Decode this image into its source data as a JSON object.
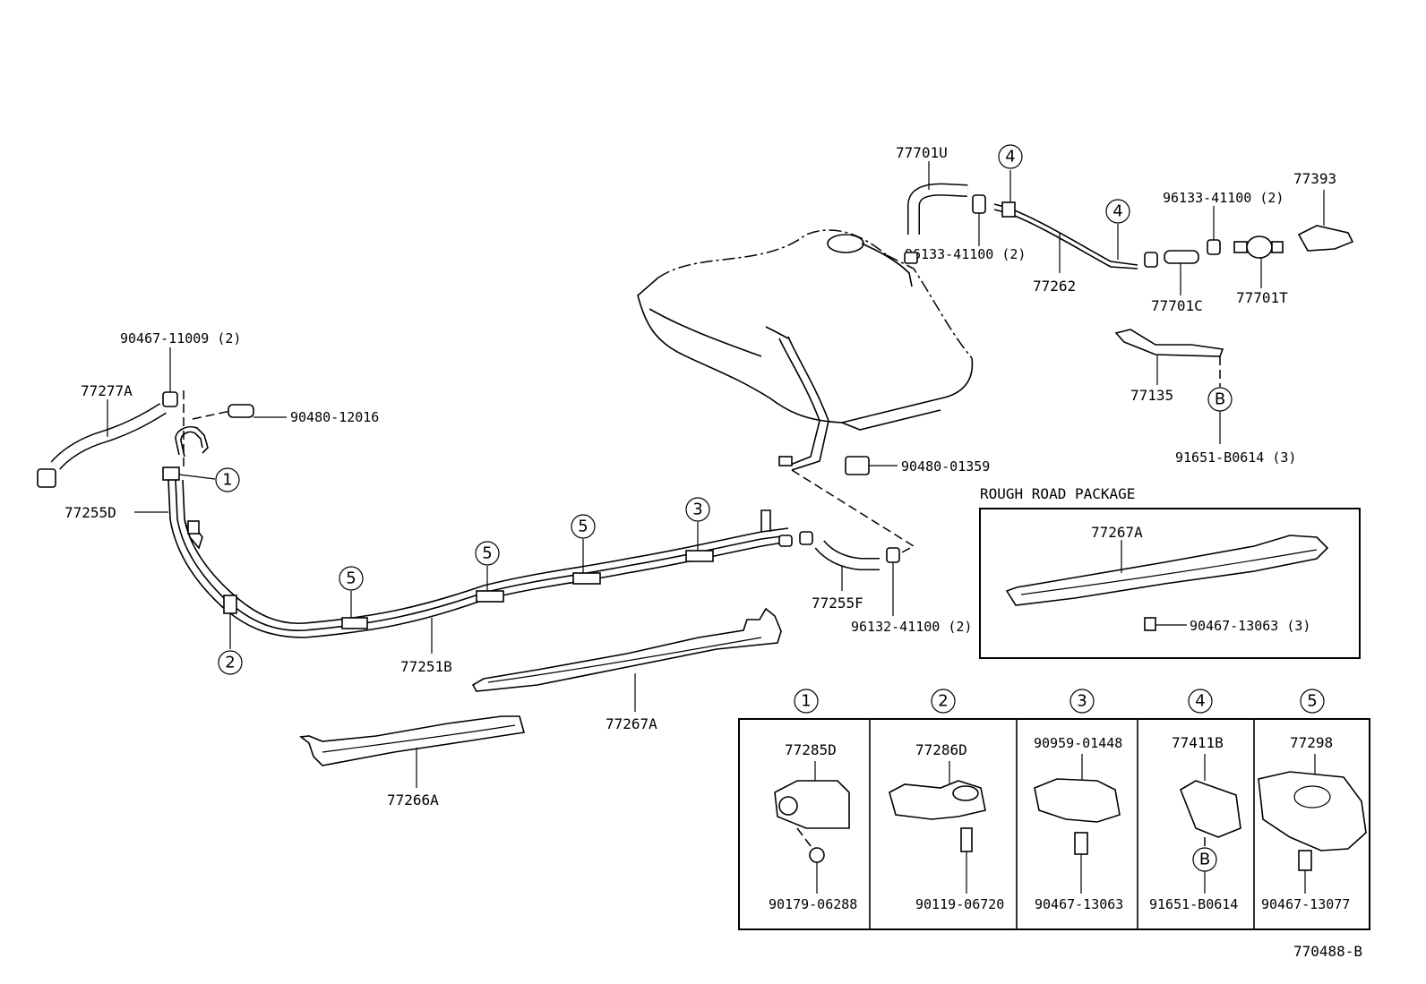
{
  "diagram_code": "770488-B",
  "rough_road": {
    "title": "ROUGH ROAD PACKAGE",
    "part_a": "77267A",
    "part_b": "90467-13063 (3)"
  },
  "parts": {
    "p77701U": "77701U",
    "p96133_a": "96133-41100 (2)",
    "p77262": "77262",
    "p96133_b": "96133-41100 (2)",
    "p77393": "77393",
    "p77701C": "77701C",
    "p77701T": "77701T",
    "p77135": "77135",
    "p91651": "91651-B0614 (3)",
    "p90467_11009": "90467-11009 (2)",
    "p77277A": "77277A",
    "p90480_12016": "90480-12016",
    "p77255D": "77255D",
    "p90480_01359": "90480-01359",
    "p77255F": "77255F",
    "p96132": "96132-41100 (2)",
    "p77251B": "77251B",
    "p77267A": "77267A",
    "p77266A": "77266A"
  },
  "callouts": {
    "c1": "1",
    "c2": "2",
    "c3": "3",
    "c4": "4",
    "c5": "5",
    "cB": "B"
  },
  "detail_boxes": [
    {
      "num": "1",
      "top": "77285D",
      "bottom": "90179-06288"
    },
    {
      "num": "2",
      "top": "77286D",
      "bottom": "90119-06720"
    },
    {
      "num": "3",
      "top": "90959-01448",
      "bottom": "90467-13063"
    },
    {
      "num": "4",
      "top": "77411B",
      "mid": "B",
      "bottom": "91651-B0614"
    },
    {
      "num": "5",
      "top": "77298",
      "bottom": "90467-13077"
    }
  ]
}
